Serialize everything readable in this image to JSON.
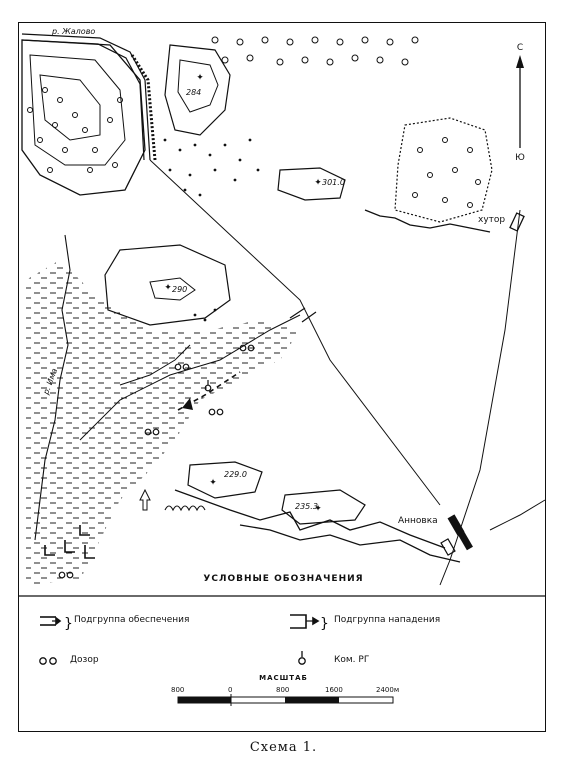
{
  "map": {
    "places": {
      "river_zhalovo": "р. Жалово",
      "river_ima": "р. Има",
      "khutor": "хутор",
      "annovka": "Анновка"
    },
    "heights": [
      "284",
      "301.0",
      "290",
      "229.0",
      "235.3"
    ],
    "compass": {
      "north": "С",
      "south": "Ю"
    }
  },
  "legend": {
    "title": "УСЛОВНЫЕ ОБОЗНАЧЕНИЯ",
    "support_group": "Подгруппа обеспечения",
    "assault_group": "Подгруппа нападения",
    "patrol": "Дозор",
    "commander": "Ком. РГ"
  },
  "scale": {
    "title": "МАСШТАБ",
    "ticks": [
      "800",
      "0",
      "800",
      "1600",
      "2400м"
    ]
  },
  "caption": "Схема 1."
}
